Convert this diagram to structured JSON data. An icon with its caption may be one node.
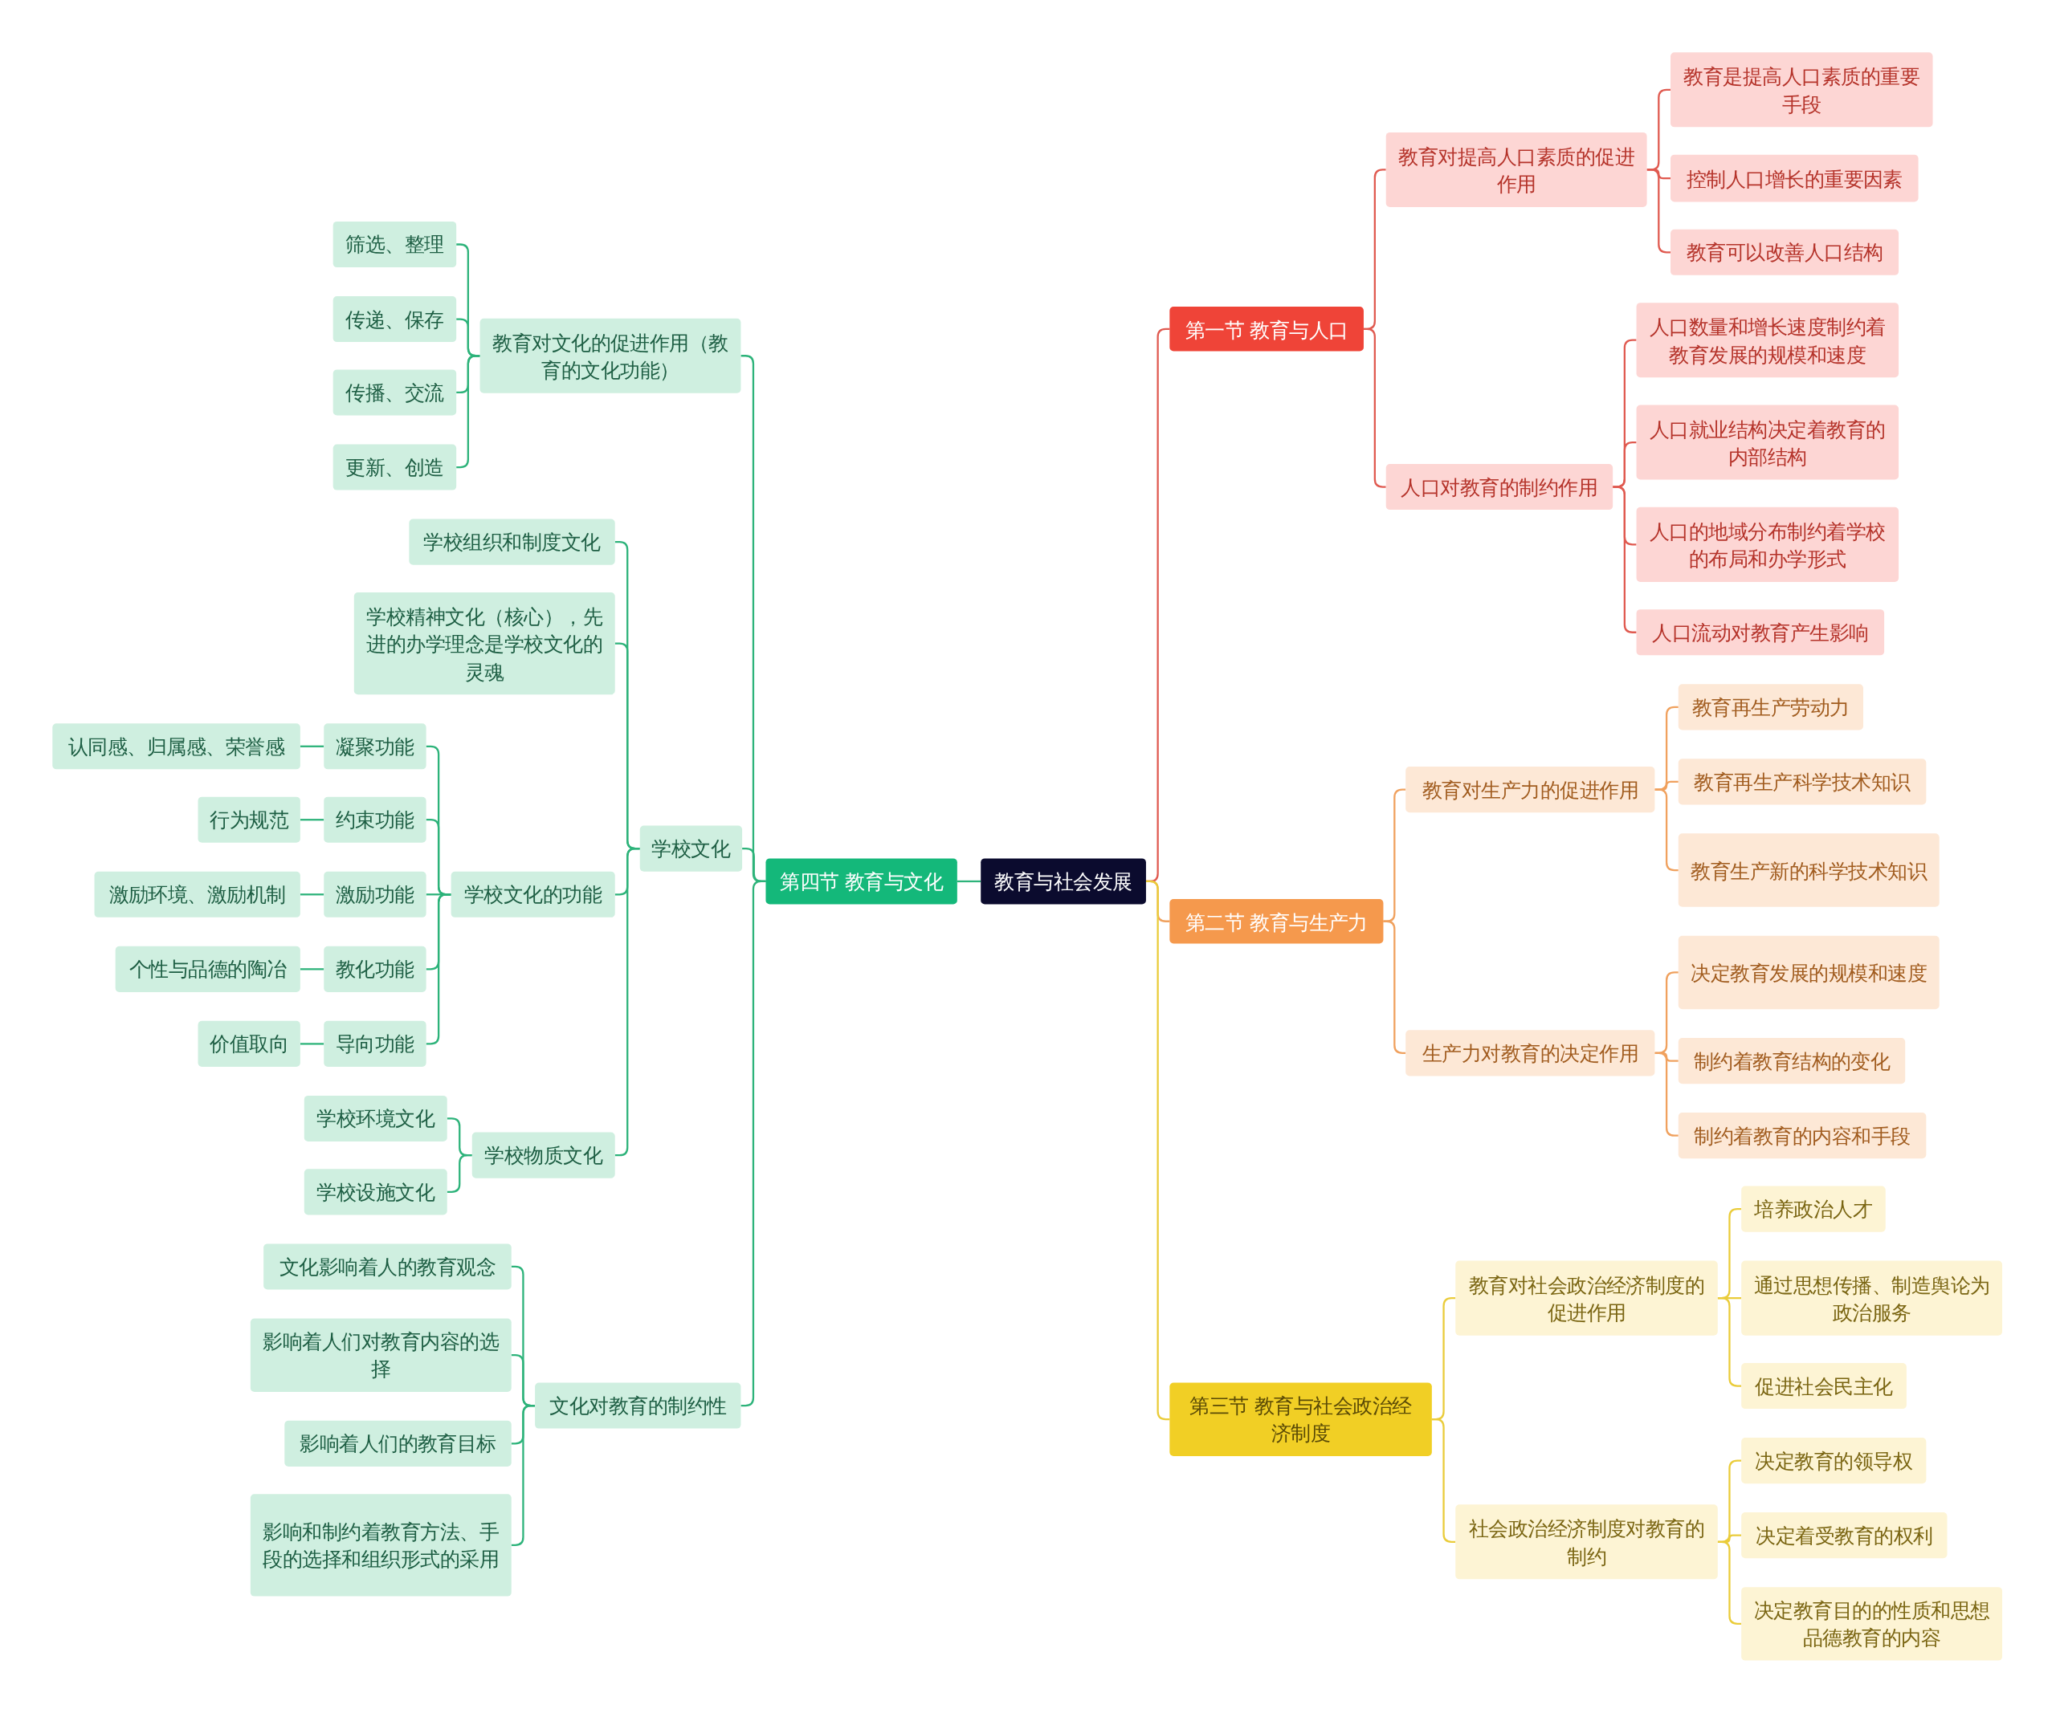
{
  "diagram": {
    "nodes": [
      {
        "text": [
          "教育与社会发展"
        ]
      },
      {
        "text": [
          "第一节 教育与人口"
        ]
      },
      {
        "text": [
          "教育对提高人口素质的促进作用"
        ]
      },
      {
        "text": [
          "教育是提高人口素质的重要手段"
        ]
      },
      {
        "text": [
          "控制人口增长的重要因素"
        ]
      },
      {
        "text": [
          "教育可以改善人口结构"
        ]
      },
      {
        "text": [
          "人口对教育的制约作用"
        ]
      },
      {
        "text": [
          "人口数量和增长速度制约着教育发展的规模和速度"
        ]
      },
      {
        "text": [
          "人口就业结构决定着教育的内部结构"
        ]
      },
      {
        "text": [
          "人口的地域分布制约着学校的布局和办学形式"
        ]
      },
      {
        "text": [
          "人口流动对教育产生影响"
        ]
      },
      {
        "text": [
          "第二节 教育与生产力"
        ]
      },
      {
        "text": [
          "教育对生产力的促进作用"
        ]
      },
      {
        "text": [
          "教育再生产劳动力"
        ]
      },
      {
        "text": [
          "教育再生产科学技术知识"
        ]
      },
      {
        "text": [
          "教育生产新的科学技术知识"
        ]
      },
      {
        "text": [
          "生产力对教育的决定作用"
        ]
      },
      {
        "text": [
          "决定教育发展的规模和速度"
        ]
      },
      {
        "text": [
          "制约着教育结构的变化"
        ]
      },
      {
        "text": [
          "制约着教育的内容和手段"
        ]
      },
      {
        "text": [
          "第三节 教育与社会政治经济制度"
        ]
      },
      {
        "text": [
          "教育对社会政治经济制度的促进作用"
        ]
      },
      {
        "text": [
          "培养政治人才"
        ]
      },
      {
        "text": [
          "通过思想传播、制造舆论为政治服务"
        ]
      },
      {
        "text": [
          "促进社会民主化"
        ]
      },
      {
        "text": [
          "社会政治经济制度对教育的制约"
        ]
      },
      {
        "text": [
          "决定教育的领导权"
        ]
      },
      {
        "text": [
          "决定着受教育的权利"
        ]
      },
      {
        "text": [
          "决定教育目的的性质和思想品德教育的内容"
        ]
      },
      {
        "text": [
          "第四节 教育与文化"
        ]
      },
      {
        "text": [
          "教育对文化的促进作用（教育的文化功能）"
        ]
      },
      {
        "text": [
          "筛选、整理"
        ]
      },
      {
        "text": [
          "传递、保存"
        ]
      },
      {
        "text": [
          "传播、交流"
        ]
      },
      {
        "text": [
          "更新、创造"
        ]
      },
      {
        "text": [
          "学校文化"
        ]
      },
      {
        "text": [
          "学校组织和制度文化"
        ]
      },
      {
        "text": [
          "学校精神文化（核心），先进的办学理念是学校文化的灵魂"
        ]
      },
      {
        "text": [
          "学校文化的功能"
        ]
      },
      {
        "text": [
          "凝聚功能"
        ]
      },
      {
        "text": [
          "认同感、归属感、荣誉感"
        ]
      },
      {
        "text": [
          "约束功能"
        ]
      },
      {
        "text": [
          "行为规范"
        ]
      },
      {
        "text": [
          "激励功能"
        ]
      },
      {
        "text": [
          "激励环境、激励机制"
        ]
      },
      {
        "text": [
          "教化功能"
        ]
      },
      {
        "text": [
          "个性与品德的陶冶"
        ]
      },
      {
        "text": [
          "导向功能"
        ]
      },
      {
        "text": [
          "价值取向"
        ]
      },
      {
        "text": [
          "学校物质文化"
        ]
      },
      {
        "text": [
          "学校环境文化"
        ]
      },
      {
        "text": [
          "学校设施文化"
        ]
      },
      {
        "text": [
          "文化对教育的制约性"
        ]
      },
      {
        "text": [
          "文化影响着人的教育观念"
        ]
      },
      {
        "text": [
          "影响着人们对教育内容的选择"
        ]
      },
      {
        "text": [
          "影响着人们的教育目标"
        ]
      },
      {
        "text": [
          "影响和制约着教育方法、手段的选择和组织形式的采用"
        ]
      }
    ],
    "edges": [
      {
        "from": 0,
        "to": 1,
        "arrow": "none",
        "color": "#e05a50"
      },
      {
        "from": 1,
        "to": 2,
        "arrow": "none",
        "color": "#e05a50"
      },
      {
        "from": 2,
        "to": 3,
        "arrow": "none",
        "color": "#e05a50"
      },
      {
        "from": 2,
        "to": 4,
        "arrow": "none",
        "color": "#e05a50"
      },
      {
        "from": 2,
        "to": 5,
        "arrow": "none",
        "color": "#e05a50"
      },
      {
        "from": 1,
        "to": 6,
        "arrow": "none",
        "color": "#e05a50"
      },
      {
        "from": 6,
        "to": 7,
        "arrow": "none",
        "color": "#e05a50"
      },
      {
        "from": 6,
        "to": 8,
        "arrow": "none",
        "color": "#e05a50"
      },
      {
        "from": 6,
        "to": 9,
        "arrow": "none",
        "color": "#e05a50"
      },
      {
        "from": 6,
        "to": 10,
        "arrow": "none",
        "color": "#e05a50"
      },
      {
        "from": 0,
        "to": 11,
        "arrow": "none",
        "color": "#f0a15e"
      },
      {
        "from": 11,
        "to": 12,
        "arrow": "none",
        "color": "#f0a15e"
      },
      {
        "from": 12,
        "to": 13,
        "arrow": "none",
        "color": "#f0a15e"
      },
      {
        "from": 12,
        "to": 14,
        "arrow": "none",
        "color": "#f0a15e"
      },
      {
        "from": 12,
        "to": 15,
        "arrow": "none",
        "color": "#f0a15e"
      },
      {
        "from": 11,
        "to": 16,
        "arrow": "none",
        "color": "#f0a15e"
      },
      {
        "from": 16,
        "to": 17,
        "arrow": "none",
        "color": "#f0a15e"
      },
      {
        "from": 16,
        "to": 18,
        "arrow": "none",
        "color": "#f0a15e"
      },
      {
        "from": 16,
        "to": 19,
        "arrow": "none",
        "color": "#f0a15e"
      },
      {
        "from": 0,
        "to": 20,
        "arrow": "none",
        "color": "#eacc3a"
      },
      {
        "from": 20,
        "to": 21,
        "arrow": "none",
        "color": "#eacc3a"
      },
      {
        "from": 21,
        "to": 22,
        "arrow": "none",
        "color": "#eacc3a"
      },
      {
        "from": 21,
        "to": 23,
        "arrow": "none",
        "color": "#eacc3a"
      },
      {
        "from": 21,
        "to": 24,
        "arrow": "none",
        "color": "#eacc3a"
      },
      {
        "from": 20,
        "to": 25,
        "arrow": "none",
        "color": "#eacc3a"
      },
      {
        "from": 25,
        "to": 26,
        "arrow": "none",
        "color": "#eacc3a"
      },
      {
        "from": 25,
        "to": 27,
        "arrow": "none",
        "color": "#eacc3a"
      },
      {
        "from": 25,
        "to": 28,
        "arrow": "none",
        "color": "#eacc3a"
      },
      {
        "from": 0,
        "to": 29,
        "arrow": "none"
      },
      {
        "from": 29,
        "to": 30,
        "arrow": "none"
      },
      {
        "from": 30,
        "to": 31,
        "arrow": "none"
      },
      {
        "from": 30,
        "to": 32,
        "arrow": "none"
      },
      {
        "from": 30,
        "to": 33,
        "arrow": "none"
      },
      {
        "from": 30,
        "to": 34,
        "arrow": "none"
      },
      {
        "from": 29,
        "to": 35,
        "arrow": "none"
      },
      {
        "from": 35,
        "to": 36,
        "arrow": "none"
      },
      {
        "from": 35,
        "to": 37,
        "arrow": "none"
      },
      {
        "from": 35,
        "to": 38,
        "arrow": "none"
      },
      {
        "from": 38,
        "to": 39,
        "arrow": "none"
      },
      {
        "from": 39,
        "to": 40,
        "arrow": "none"
      },
      {
        "from": 38,
        "to": 41,
        "arrow": "none"
      },
      {
        "from": 41,
        "to": 42,
        "arrow": "none"
      },
      {
        "from": 38,
        "to": 43,
        "arrow": "none"
      },
      {
        "from": 43,
        "to": 44,
        "arrow": "none"
      },
      {
        "from": 38,
        "to": 45,
        "arrow": "none"
      },
      {
        "from": 45,
        "to": 46,
        "arrow": "none"
      },
      {
        "from": 38,
        "to": 47,
        "arrow": "none"
      },
      {
        "from": 47,
        "to": 48,
        "arrow": "none"
      },
      {
        "from": 35,
        "to": 49,
        "arrow": "none"
      },
      {
        "from": 49,
        "to": 50,
        "arrow": "none"
      },
      {
        "from": 49,
        "to": 51,
        "arrow": "none"
      },
      {
        "from": 29,
        "to": 52,
        "arrow": "none"
      },
      {
        "from": 52,
        "to": 53,
        "arrow": "none"
      },
      {
        "from": 52,
        "to": 54,
        "arrow": "none"
      },
      {
        "from": 52,
        "to": 55,
        "arrow": "none"
      },
      {
        "from": 52,
        "to": 56,
        "arrow": "none"
      }
    ]
  }
}
